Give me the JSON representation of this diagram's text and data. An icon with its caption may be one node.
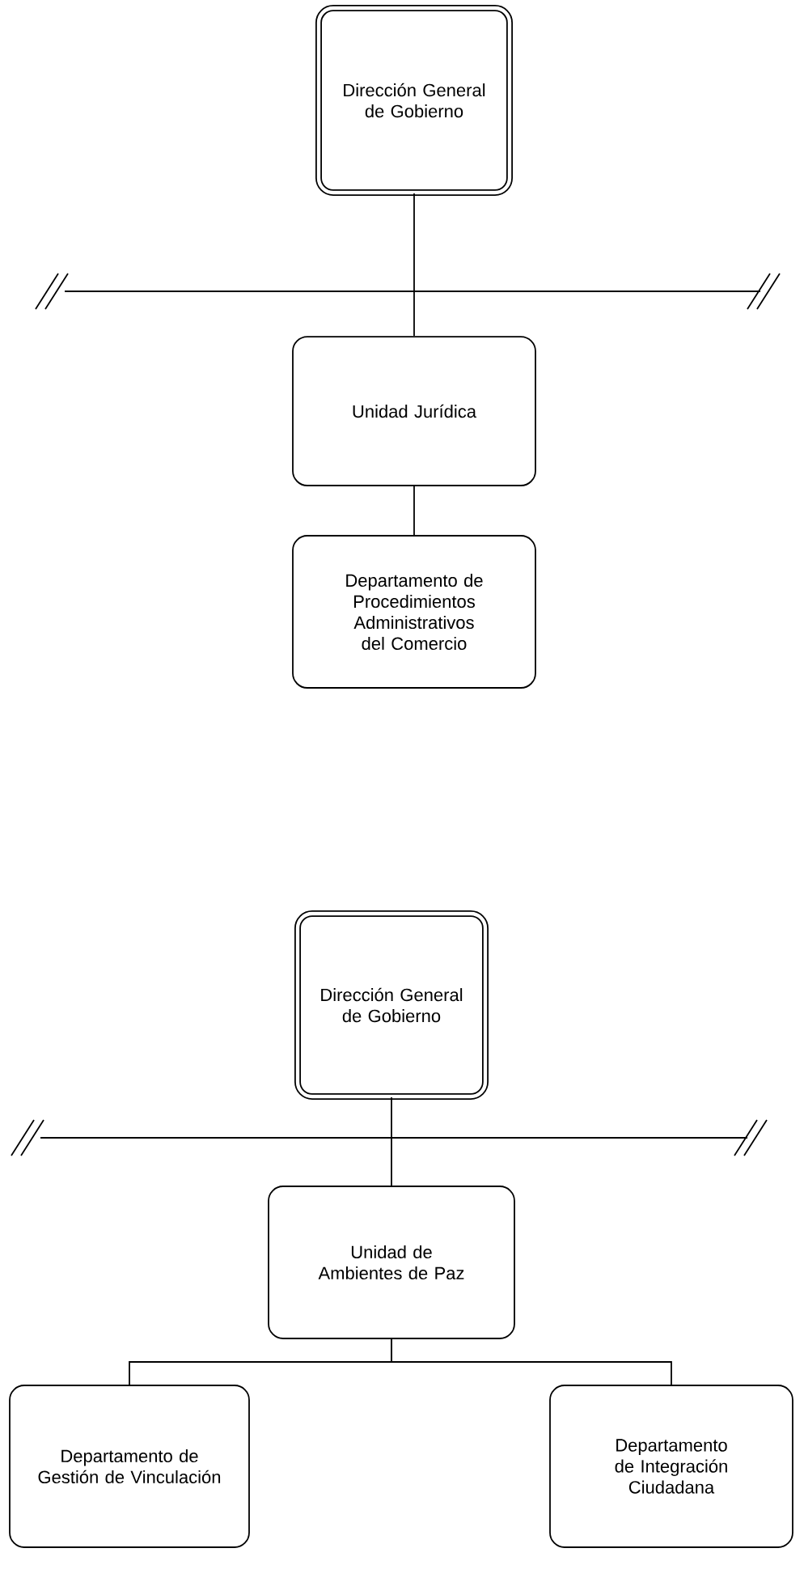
{
  "diagram": {
    "nodes": [
      {
        "text": [
          "Dirección General de Gobierno"
        ]
      },
      {
        "text": [
          "Unidad Jurídica"
        ]
      },
      {
        "text": [
          "Departamento de Procedimientos Administrativos del Comercio"
        ]
      },
      {
        "text": [
          "Dirección General de Gobierno"
        ]
      },
      {
        "text": [
          "Unidad de Ambientes de Paz"
        ]
      },
      {
        "text": [
          "Departamento de Gestión de Vinculación"
        ]
      },
      {
        "text": [
          "Departamento de Integración Ciudadana"
        ]
      }
    ],
    "edges": [
      {
        "from": 0,
        "to": 1,
        "arrow": "none"
      },
      {
        "from": 1,
        "to": 2,
        "arrow": "none"
      },
      {
        "from": 3,
        "to": 4,
        "arrow": "none"
      },
      {
        "from": 4,
        "to": 5,
        "arrow": "none"
      },
      {
        "from": 4,
        "to": 6,
        "arrow": "none"
      }
    ]
  }
}
